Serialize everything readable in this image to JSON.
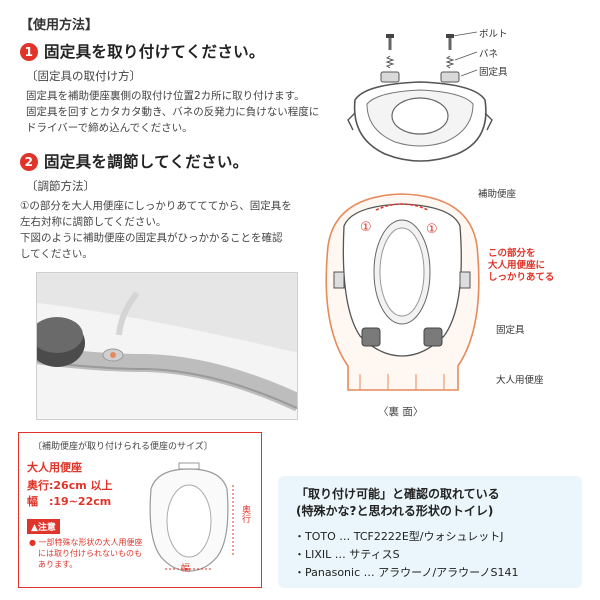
{
  "section_title": "【使用方法】",
  "step1": {
    "number": "1",
    "title": "固定具を取り付けてください。",
    "subhead": "〔固定具の取付け方〕",
    "lines": [
      "固定具を補助便座裏側の取付け位置2カ所に取り付けます。",
      "固定具を回すとカタカタ動き、バネの反発力に負けない程度に",
      "ドライバーで締め込んでください。"
    ],
    "labels": {
      "bolt": "ボルト",
      "spring": "バネ",
      "fixture": "固定具"
    }
  },
  "step2": {
    "number": "2",
    "title": "固定具を調節してください。",
    "subhead": "〔調節方法〕",
    "lines": [
      "①の部分を大人用便座にしっかりあてててから、固定具を",
      "左右対称に調節してください。",
      "下図のように補助便座の固定具がひっかかることを確認",
      "してください。"
    ]
  },
  "rear_diagram": {
    "marker": "①",
    "label_seat": "補助便座",
    "callout": [
      "この部分を",
      "大人用便座に",
      "しっかりあてる"
    ],
    "label_fixture": "固定具",
    "label_adult": "大人用便座",
    "caption": "〈裏 面〉"
  },
  "size_box": {
    "title": "〔補助便座が取り付けられる便座のサイズ〕",
    "heading": "大人用便座",
    "depth": "奥行:26cm 以上",
    "width": "幅　:19~22cm",
    "caution_label": "注意",
    "caution_lines": [
      "一部特殊な形状の大人用便座",
      "には取り付けられないものも",
      "あります。"
    ],
    "depth_label": "奥行",
    "width_label": "幅"
  },
  "compat": {
    "heading_lines": [
      "「取り付け可能」と確認の取れている",
      "(特殊かな?と思われる形状のトイレ)"
    ],
    "items": [
      "・TOTO … TCF2222E型/ウォシュレットJ",
      "・LIXIL … サティスS",
      "・Panasonic … アラウーノ/アラウーノS141"
    ]
  },
  "colors": {
    "accent": "#e0342a",
    "orange": "#e58a5c",
    "panel": "#eaf6fb"
  }
}
